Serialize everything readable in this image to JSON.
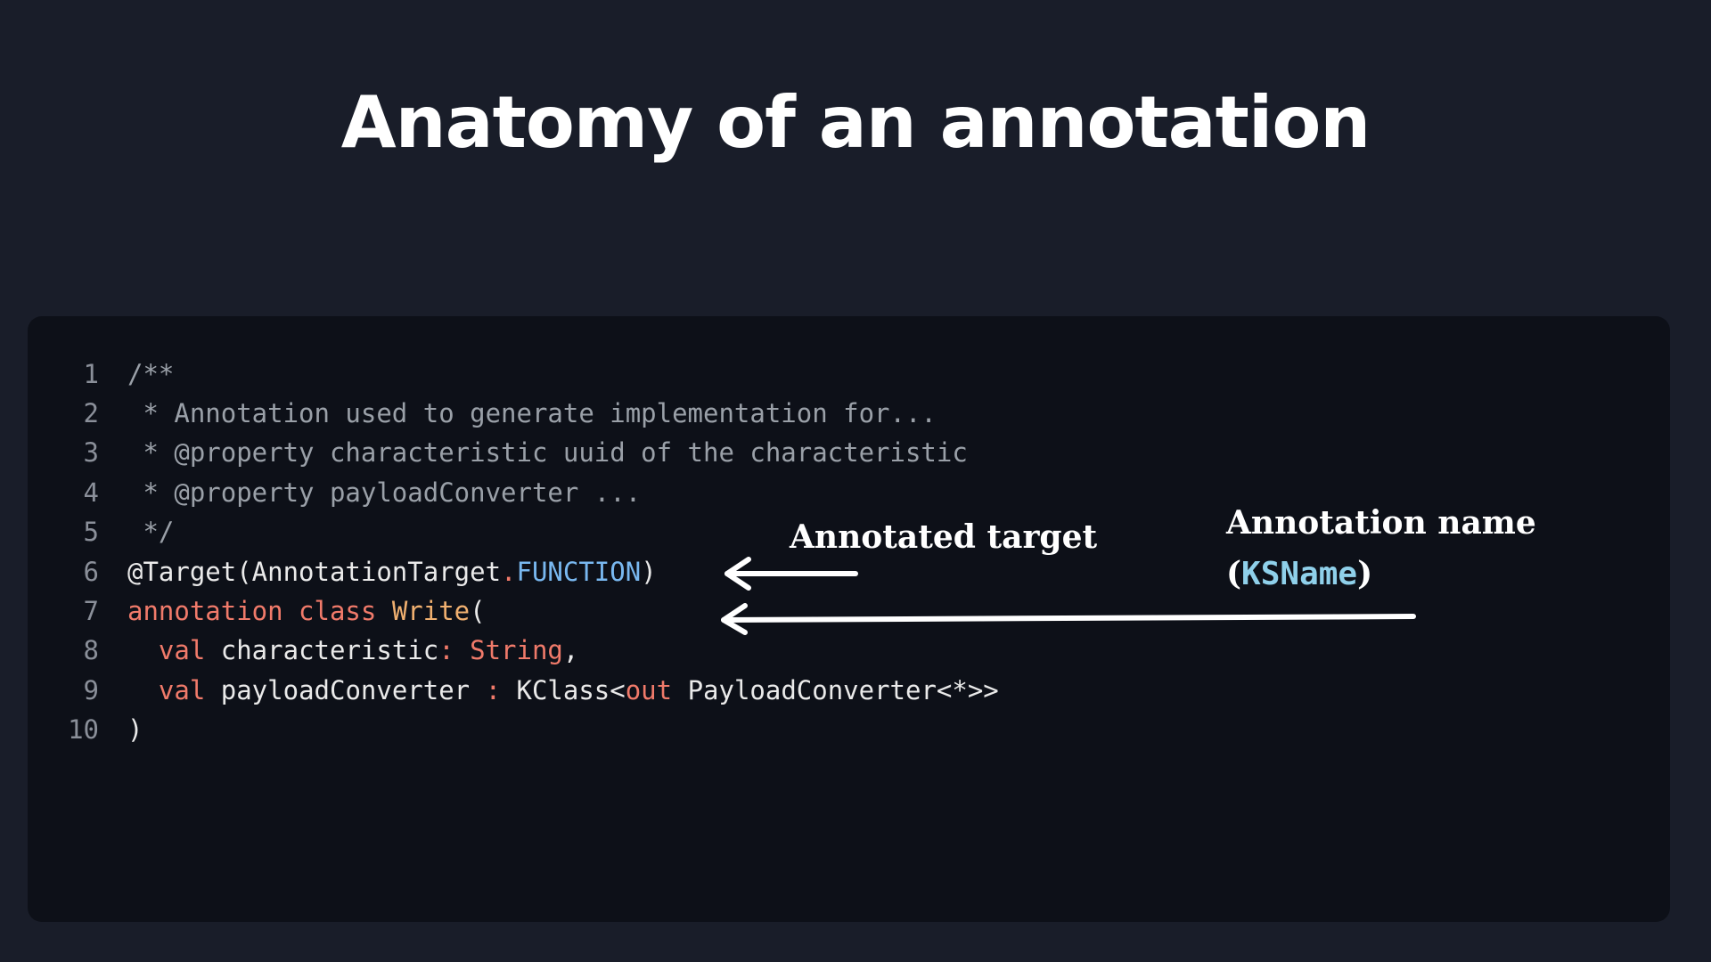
{
  "slide": {
    "title": "Anatomy of an annotation"
  },
  "code": {
    "lines": [
      {
        "number": "1",
        "tokens": [
          {
            "t": "/**",
            "k": "comment"
          }
        ]
      },
      {
        "number": "2",
        "tokens": [
          {
            "t": " * Annotation used to generate implementation for...",
            "k": "comment"
          }
        ]
      },
      {
        "number": "3",
        "tokens": [
          {
            "t": " * @property characteristic uuid of the characteristic",
            "k": "comment"
          }
        ]
      },
      {
        "number": "4",
        "tokens": [
          {
            "t": " * @property payloadConverter ...",
            "k": "comment"
          }
        ]
      },
      {
        "number": "5",
        "tokens": [
          {
            "t": " */",
            "k": "comment"
          }
        ]
      },
      {
        "number": "6",
        "tokens": [
          {
            "t": "@Target(AnnotationTarget",
            "k": "plain"
          },
          {
            "t": ".",
            "k": "op"
          },
          {
            "t": "FUNCTION",
            "k": "const"
          },
          {
            "t": ")",
            "k": "plain"
          }
        ]
      },
      {
        "number": "7",
        "tokens": [
          {
            "t": "annotation class ",
            "k": "keyword"
          },
          {
            "t": "Write",
            "k": "class"
          },
          {
            "t": "(",
            "k": "plain"
          }
        ]
      },
      {
        "number": "8",
        "tokens": [
          {
            "t": "  val ",
            "k": "keyword"
          },
          {
            "t": "characteristic",
            "k": "plain"
          },
          {
            "t": ": String",
            "k": "keyword"
          },
          {
            "t": ",",
            "k": "plain"
          }
        ]
      },
      {
        "number": "9",
        "tokens": [
          {
            "t": "  val ",
            "k": "keyword"
          },
          {
            "t": "payloadConverter ",
            "k": "plain"
          },
          {
            "t": ": ",
            "k": "op"
          },
          {
            "t": "KClass<",
            "k": "plain"
          },
          {
            "t": "out",
            "k": "keyword"
          },
          {
            "t": " PayloadConverter<*>>",
            "k": "plain"
          }
        ]
      },
      {
        "number": "10",
        "tokens": [
          {
            "t": ")",
            "k": "plain"
          }
        ]
      }
    ]
  },
  "annotations": {
    "target_label": "Annotated target",
    "name_label": "Annotation name",
    "name_sub_open": "(",
    "name_sub_code": "KSName",
    "name_sub_close": ")"
  },
  "colors": {
    "background": "#191d29",
    "code_panel": "#0d1018",
    "comment": "#9aa0a8",
    "keyword": "#f07a6a",
    "class_name": "#f0b070",
    "constant": "#79b8f0",
    "ksname": "#8fd0ea"
  }
}
